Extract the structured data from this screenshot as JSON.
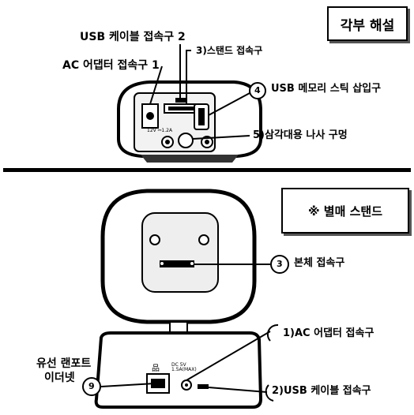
{
  "top": {
    "box_title": "각부 해설",
    "label_usb_cable": "USB 케이블 접속구 2",
    "label_stand": "3)스탠드 접속구",
    "label_ac": "AC 어댑터 접속구 1",
    "label_memory_num": "4",
    "label_memory": "USB 메모리 스틱 삽입구",
    "label_tripod": "5)삼각대용 나사 구멍",
    "device_print": "12V ⎓1.2A"
  },
  "bottom": {
    "box_title": "※ 별매 스탠드",
    "label_body_num": "3",
    "label_body": "본체 접속구",
    "label_ac": "1)AC 어댑터 접속구",
    "label_lan_1": "유선 랜포트",
    "label_lan_2": "이더넷",
    "label_lan_num": "9",
    "label_usb": "2)USB 케이블 접속구",
    "stand_print": "DC 5V 1.5A(MAX)"
  },
  "colors": {
    "ink": "#000000",
    "device_body": "#ffffff",
    "panel": "#f2f2f2"
  }
}
